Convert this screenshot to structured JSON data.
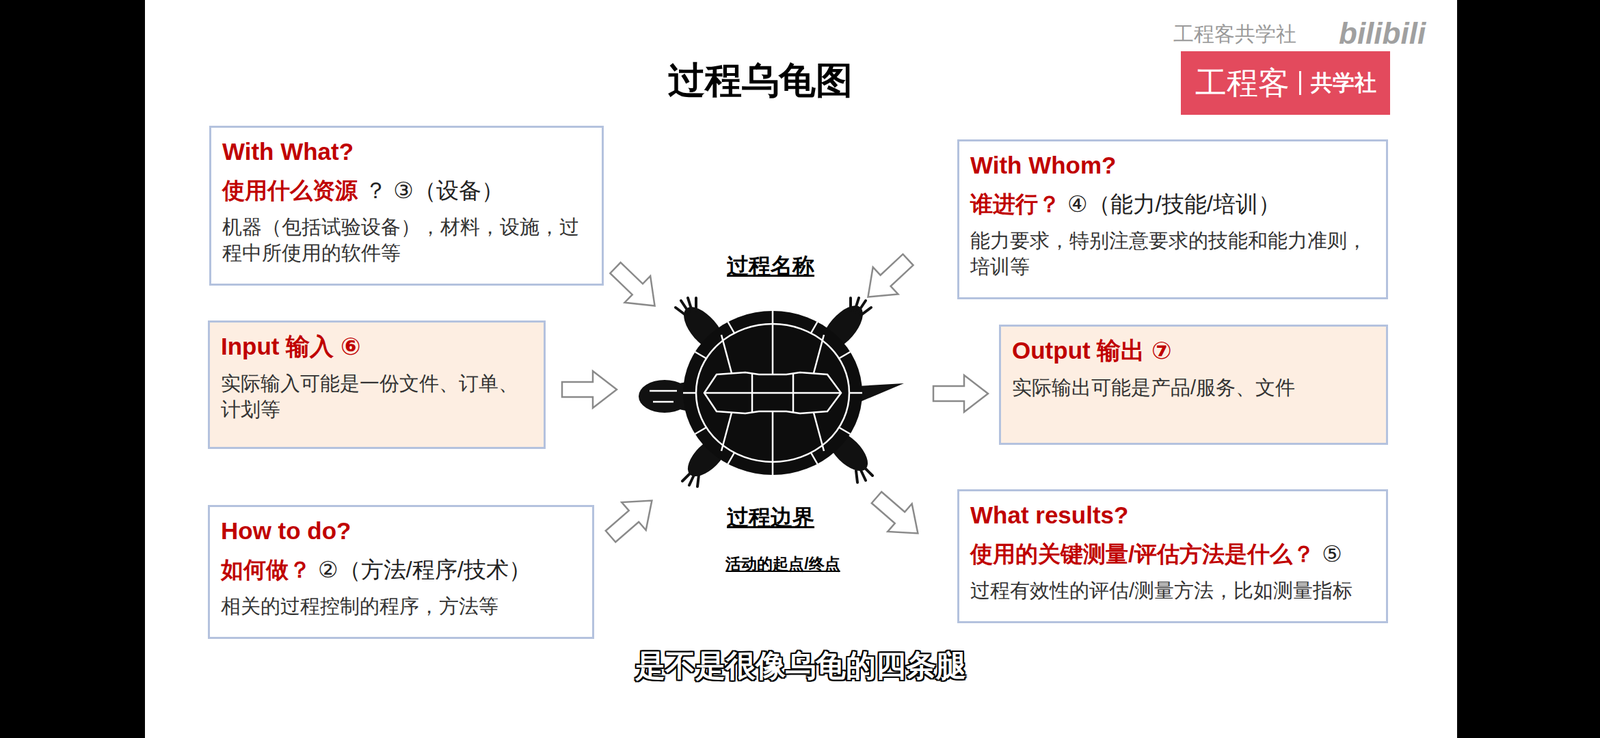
{
  "diagram": {
    "title": "过程乌龟图",
    "nodes": [
      {
        "text": [
          "With What?",
          "使用什么资源",
          "？ ③（设备）",
          "机器（包括试验设备），材料，设施，过程中所使用的软件等"
        ]
      },
      {
        "text": [
          "With Whom?",
          "谁进行？",
          "④（能力/技能/培训）",
          "能力要求，特别注意要求的技能和能力准则，培训等"
        ]
      },
      {
        "text": [
          "Input 输入 ⑥",
          "实际输入可能是一份文件、订单、计划等"
        ]
      },
      {
        "text": [
          "Output 输出 ⑦",
          "实际输出可能是产品/服务、文件"
        ]
      },
      {
        "text": [
          "How to do?",
          "如何做？",
          "②（方法/程序/技术）",
          "相关的过程控制的程序，方法等"
        ]
      },
      {
        "text": [
          "What results?",
          "使用的关键测量/评估方法是什么？",
          "⑤",
          "过程有效性的评估/测量方法，比如测量指标"
        ]
      },
      {
        "text": [
          "工程客",
          "共学社"
        ]
      }
    ],
    "labels": [
      "工程客共学社",
      "bilibili",
      "过程名称",
      "过程边界",
      "活动的起点/终点",
      "是不是很像乌龟的四条腿"
    ]
  }
}
